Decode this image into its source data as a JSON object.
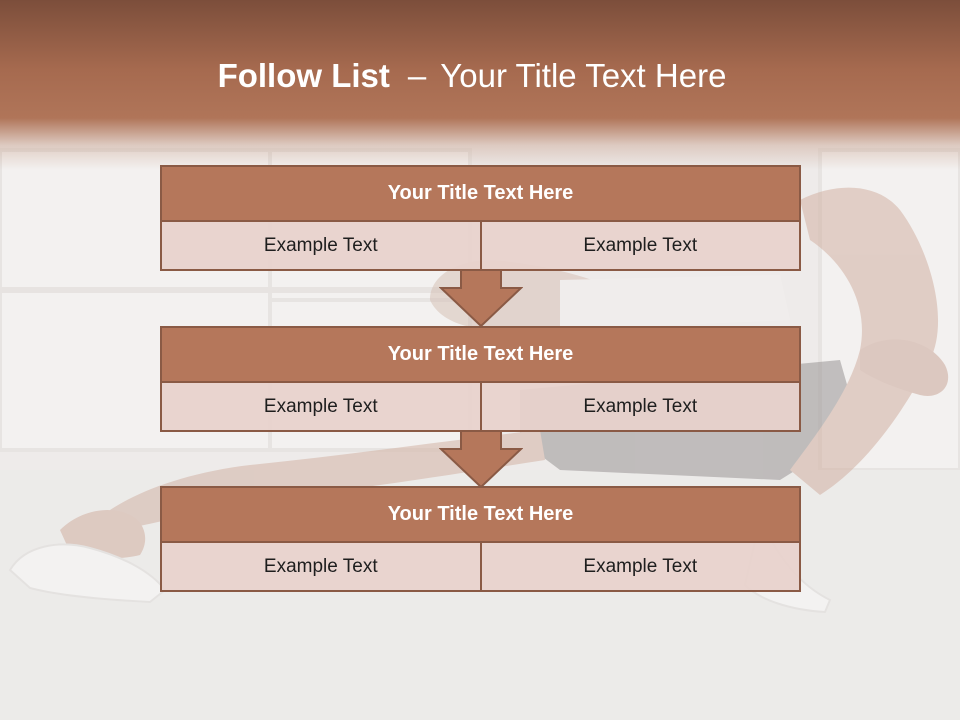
{
  "slide": {
    "title_bold": "Follow List",
    "title_separator": "–",
    "title_rest": "Your Title Text Here"
  },
  "steps": [
    {
      "title": "Your Title Text Here",
      "left": "Example Text",
      "right": "Example Text"
    },
    {
      "title": "Your Title Text Here",
      "left": "Example Text",
      "right": "Example Text"
    },
    {
      "title": "Your Title Text Here",
      "left": "Example Text",
      "right": "Example Text"
    }
  ],
  "colors": {
    "header_band": "#a66a4f",
    "block_title_fill": "#b5775b",
    "block_border": "#8a5a45",
    "cell_fill": "#e8d1cc",
    "arrow_fill": "#b5775b"
  },
  "background_image": "person-stretching-icon"
}
